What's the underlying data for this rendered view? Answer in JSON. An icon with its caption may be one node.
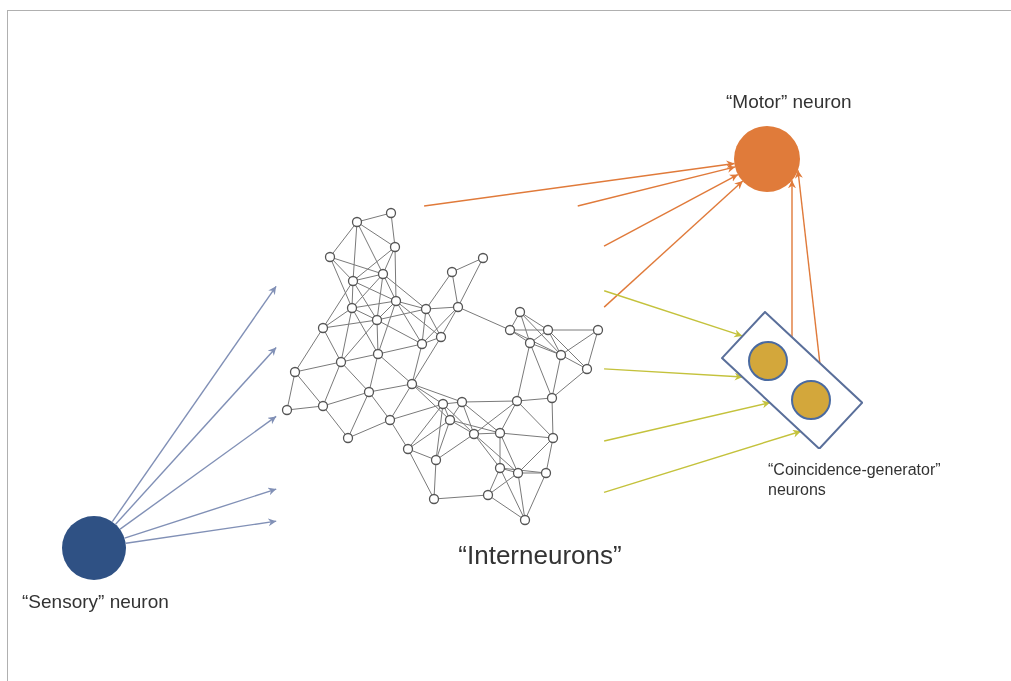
{
  "diagram": {
    "nodes": [
      {
        "text": [],
        "shape": "circle",
        "beside": [
          "“Sensory” neuron"
        ]
      },
      {
        "text": [],
        "shape": "network",
        "beside": [
          "“Interneurons”"
        ]
      },
      {
        "text": [],
        "shape": "circle",
        "beside": [
          "“Motor” neuron"
        ]
      },
      {
        "text": [],
        "shape": "box",
        "beside": [
          "“Coincidence-generator” neurons"
        ]
      },
      {
        "text": [],
        "shape": "circle",
        "in": 3
      },
      {
        "text": [],
        "shape": "circle",
        "in": 3
      }
    ],
    "edges": [
      {
        "from": 0,
        "to": 1,
        "arrow": "to",
        "color": "#8190b6"
      },
      {
        "from": 0,
        "to": 1,
        "arrow": "to",
        "color": "#8190b6"
      },
      {
        "from": 0,
        "to": 1,
        "arrow": "to",
        "color": "#8190b6"
      },
      {
        "from": 0,
        "to": 1,
        "arrow": "to",
        "color": "#8190b6"
      },
      {
        "from": 0,
        "to": 1,
        "arrow": "to",
        "color": "#8190b6"
      },
      {
        "from": 1,
        "to": 2,
        "arrow": "to"
      },
      {
        "from": 1,
        "to": 2,
        "arrow": "to"
      },
      {
        "from": 1,
        "to": 2,
        "arrow": "to"
      },
      {
        "from": 1,
        "to": 2,
        "arrow": "to"
      },
      {
        "from": 1,
        "to": 3,
        "arrow": "to",
        "color": "#c4c23c"
      },
      {
        "from": 1,
        "to": 3,
        "arrow": "to",
        "color": "#c4c23c"
      },
      {
        "from": 1,
        "to": 3,
        "arrow": "to",
        "color": "#c4c23c"
      },
      {
        "from": 1,
        "to": 3,
        "arrow": "to",
        "color": "#c4c23c"
      },
      {
        "from": 3,
        "to": 2,
        "arrow": "to"
      },
      {
        "from": 3,
        "to": 2,
        "arrow": "to"
      }
    ]
  }
}
